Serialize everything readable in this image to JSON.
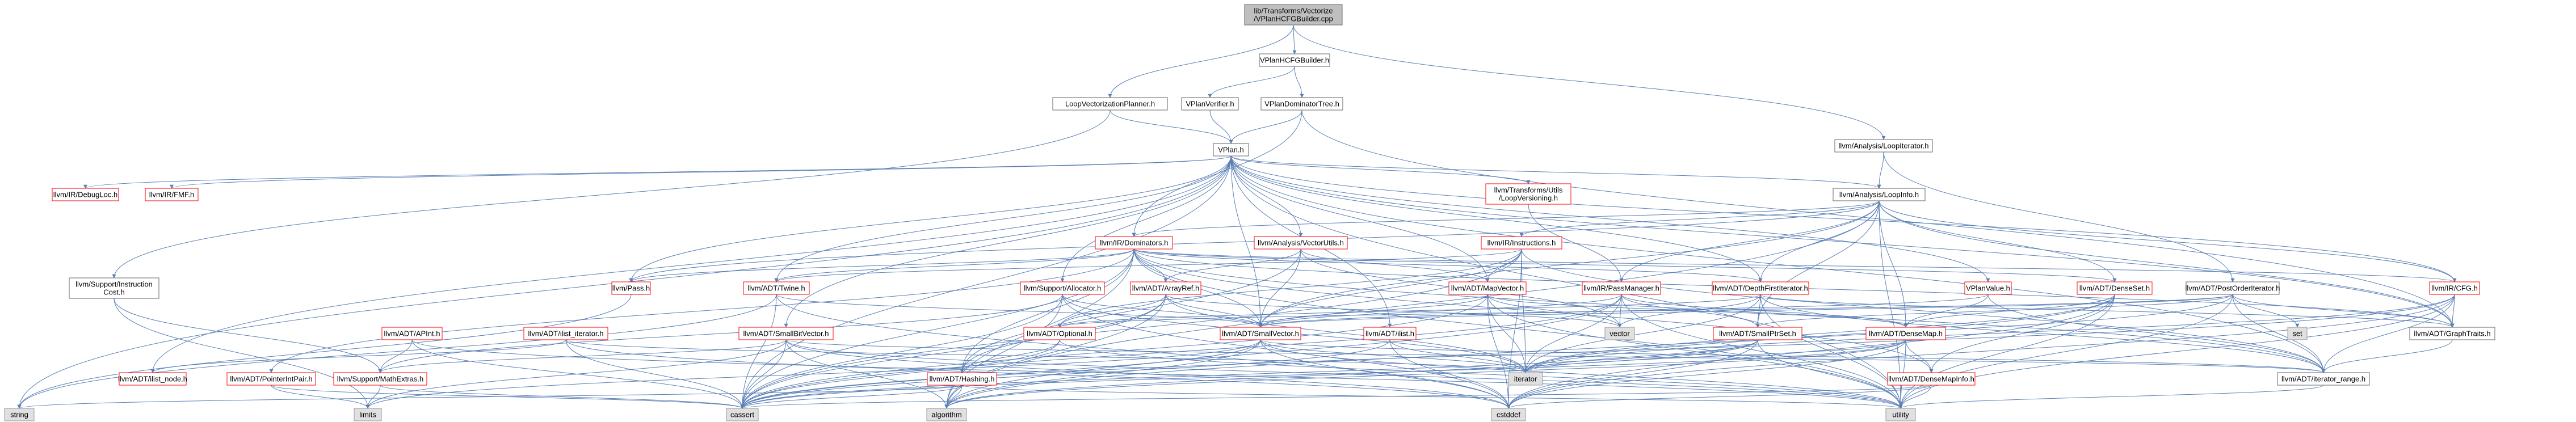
{
  "diagram": {
    "type": "include-dependency-graph",
    "colors": {
      "edge": "#5a7fb5",
      "root_fill": "#bfbfbf",
      "root_border": "#666666",
      "doc_fill": "#ffffff",
      "doc_border": "#666666",
      "truncated_border": "#ff0000",
      "system_fill": "#e0e0e0",
      "system_border": "#999999"
    },
    "nodes": [
      {
        "id": "root",
        "kind": "root",
        "lines": [
          "lib/Transforms/Vectorize",
          "/VPlanHCFGBuilder.cpp"
        ]
      },
      {
        "id": "vplanhcfg",
        "kind": "doc",
        "lines": [
          "VPlanHCFGBuilder.h"
        ]
      },
      {
        "id": "lvp",
        "kind": "doc",
        "lines": [
          "LoopVectorizationPlanner.h"
        ]
      },
      {
        "id": "vplanverifier",
        "kind": "doc",
        "lines": [
          "VPlanVerifier.h"
        ]
      },
      {
        "id": "vplandomtree",
        "kind": "doc",
        "lines": [
          "VPlanDominatorTree.h"
        ]
      },
      {
        "id": "loopiterator",
        "kind": "doc",
        "lines": [
          "llvm/Analysis/LoopIterator.h"
        ]
      },
      {
        "id": "vplan",
        "kind": "doc",
        "lines": [
          "VPlan.h"
        ]
      },
      {
        "id": "debugloc",
        "kind": "truncated",
        "lines": [
          "llvm/IR/DebugLoc.h"
        ]
      },
      {
        "id": "fmf",
        "kind": "truncated",
        "lines": [
          "llvm/IR/FMF.h"
        ]
      },
      {
        "id": "loopversioning",
        "kind": "truncated",
        "lines": [
          "llvm/Transforms/Utils",
          "/LoopVersioning.h"
        ]
      },
      {
        "id": "loopinfo",
        "kind": "doc",
        "lines": [
          "llvm/Analysis/LoopInfo.h"
        ]
      },
      {
        "id": "dominators",
        "kind": "truncated",
        "lines": [
          "llvm/IR/Dominators.h"
        ]
      },
      {
        "id": "vectorutils",
        "kind": "truncated",
        "lines": [
          "llvm/Analysis/VectorUtils.h"
        ]
      },
      {
        "id": "instructions",
        "kind": "truncated",
        "lines": [
          "llvm/IR/Instructions.h"
        ]
      },
      {
        "id": "instcost",
        "kind": "doc",
        "lines": [
          "llvm/Support/Instruction",
          "Cost.h"
        ]
      },
      {
        "id": "pass",
        "kind": "truncated",
        "lines": [
          "llvm/Pass.h"
        ]
      },
      {
        "id": "twine",
        "kind": "truncated",
        "lines": [
          "llvm/ADT/Twine.h"
        ]
      },
      {
        "id": "allocator",
        "kind": "truncated",
        "lines": [
          "llvm/Support/Allocator.h"
        ]
      },
      {
        "id": "arrayref",
        "kind": "truncated",
        "lines": [
          "llvm/ADT/ArrayRef.h"
        ]
      },
      {
        "id": "mapvector",
        "kind": "truncated",
        "lines": [
          "llvm/ADT/MapVector.h"
        ]
      },
      {
        "id": "passmanager",
        "kind": "truncated",
        "lines": [
          "llvm/IR/PassManager.h"
        ]
      },
      {
        "id": "dfiterator",
        "kind": "truncated",
        "lines": [
          "llvm/ADT/DepthFirstIterator.h"
        ]
      },
      {
        "id": "vplanvalue",
        "kind": "truncated",
        "lines": [
          "VPlanValue.h"
        ]
      },
      {
        "id": "denseset",
        "kind": "truncated",
        "lines": [
          "llvm/ADT/DenseSet.h"
        ]
      },
      {
        "id": "poiterator",
        "kind": "doc",
        "lines": [
          "llvm/ADT/PostOrderIterator.h"
        ]
      },
      {
        "id": "cfg",
        "kind": "truncated",
        "lines": [
          "llvm/IR/CFG.h"
        ]
      },
      {
        "id": "apint",
        "kind": "truncated",
        "lines": [
          "llvm/ADT/APInt.h"
        ]
      },
      {
        "id": "ilistiterator",
        "kind": "truncated",
        "lines": [
          "llvm/ADT/ilist_iterator.h"
        ]
      },
      {
        "id": "smallbitvector",
        "kind": "truncated",
        "lines": [
          "llvm/ADT/SmallBitVector.h"
        ]
      },
      {
        "id": "optional",
        "kind": "truncated",
        "lines": [
          "llvm/ADT/Optional.h"
        ]
      },
      {
        "id": "smallvector",
        "kind": "truncated",
        "lines": [
          "llvm/ADT/SmallVector.h"
        ]
      },
      {
        "id": "ilist",
        "kind": "truncated",
        "lines": [
          "llvm/ADT/ilist.h"
        ]
      },
      {
        "id": "vector",
        "kind": "system",
        "lines": [
          "vector"
        ]
      },
      {
        "id": "smallptrset",
        "kind": "truncated",
        "lines": [
          "llvm/ADT/SmallPtrSet.h"
        ]
      },
      {
        "id": "densemap",
        "kind": "truncated",
        "lines": [
          "llvm/ADT/DenseMap.h"
        ]
      },
      {
        "id": "set",
        "kind": "system",
        "lines": [
          "set"
        ]
      },
      {
        "id": "graphtraits",
        "kind": "doc",
        "lines": [
          "llvm/ADT/GraphTraits.h"
        ]
      },
      {
        "id": "ilistnode",
        "kind": "truncated",
        "lines": [
          "llvm/ADT/ilist_node.h"
        ]
      },
      {
        "id": "pointerintpair",
        "kind": "truncated",
        "lines": [
          "llvm/ADT/PointerIntPair.h"
        ]
      },
      {
        "id": "mathextras",
        "kind": "truncated",
        "lines": [
          "llvm/Support/MathExtras.h"
        ]
      },
      {
        "id": "hashing",
        "kind": "truncated",
        "lines": [
          "llvm/ADT/Hashing.h"
        ]
      },
      {
        "id": "iterator",
        "kind": "system",
        "lines": [
          "iterator"
        ]
      },
      {
        "id": "densemapinfo",
        "kind": "truncated",
        "lines": [
          "llvm/ADT/DenseMapInfo.h"
        ]
      },
      {
        "id": "iteratorrange",
        "kind": "doc",
        "lines": [
          "llvm/ADT/iterator_range.h"
        ]
      },
      {
        "id": "string",
        "kind": "system",
        "lines": [
          "string"
        ]
      },
      {
        "id": "limits",
        "kind": "system",
        "lines": [
          "limits"
        ]
      },
      {
        "id": "cassert",
        "kind": "system",
        "lines": [
          "cassert"
        ]
      },
      {
        "id": "algorithm",
        "kind": "system",
        "lines": [
          "algorithm"
        ]
      },
      {
        "id": "cstddef",
        "kind": "system",
        "lines": [
          "cstddef"
        ]
      },
      {
        "id": "utility",
        "kind": "system",
        "lines": [
          "utility"
        ]
      }
    ],
    "edges": [
      [
        "root",
        "vplanhcfg"
      ],
      [
        "root",
        "lvp"
      ],
      [
        "root",
        "loopiterator"
      ],
      [
        "vplanhcfg",
        "vplanverifier"
      ],
      [
        "vplanhcfg",
        "vplandomtree"
      ],
      [
        "lvp",
        "vplan"
      ],
      [
        "lvp",
        "instcost"
      ],
      [
        "vplanverifier",
        "vplan"
      ],
      [
        "vplandomtree",
        "vplan"
      ],
      [
        "vplandomtree",
        "dominators"
      ],
      [
        "vplandomtree",
        "graphtraits"
      ],
      [
        "loopiterator",
        "loopinfo"
      ],
      [
        "loopiterator",
        "poiterator"
      ],
      [
        "vplan",
        "debugloc"
      ],
      [
        "vplan",
        "fmf"
      ],
      [
        "vplan",
        "loopversioning"
      ],
      [
        "vplan",
        "loopinfo"
      ],
      [
        "vplan",
        "vectorutils"
      ],
      [
        "vplan",
        "pass"
      ],
      [
        "vplan",
        "twine"
      ],
      [
        "vplan",
        "mapvector"
      ],
      [
        "vplan",
        "dfiterator"
      ],
      [
        "vplan",
        "vplanvalue"
      ],
      [
        "vplan",
        "smallvector"
      ],
      [
        "vplan",
        "ilist"
      ],
      [
        "vplan",
        "smallbitvector"
      ],
      [
        "vplan",
        "ilistnode"
      ],
      [
        "vplan",
        "graphtraits"
      ],
      [
        "vplan",
        "iteratorrange"
      ],
      [
        "vplan",
        "cfg"
      ],
      [
        "vplan",
        "string"
      ],
      [
        "vplan",
        "allocator"
      ],
      [
        "vplan",
        "cassert"
      ],
      [
        "vplan",
        "utility"
      ],
      [
        "loopversioning",
        "passmanager"
      ],
      [
        "loopinfo",
        "instructions"
      ],
      [
        "loopinfo",
        "dominators"
      ],
      [
        "loopinfo",
        "passmanager"
      ],
      [
        "loopinfo",
        "dfiterator"
      ],
      [
        "loopinfo",
        "denseset"
      ],
      [
        "loopinfo",
        "smallptrset"
      ],
      [
        "loopinfo",
        "smallvector"
      ],
      [
        "loopinfo",
        "densemap"
      ],
      [
        "loopinfo",
        "cfg"
      ],
      [
        "loopinfo",
        "pass"
      ],
      [
        "loopinfo",
        "algorithm"
      ],
      [
        "loopinfo",
        "utility"
      ],
      [
        "loopinfo",
        "graphtraits"
      ],
      [
        "dominators",
        "twine"
      ],
      [
        "dominators",
        "arrayref"
      ],
      [
        "dominators",
        "dfiterator"
      ],
      [
        "dominators",
        "denseset"
      ],
      [
        "dominators",
        "smallvector"
      ],
      [
        "dominators",
        "cfg"
      ],
      [
        "dominators",
        "pass"
      ],
      [
        "dominators",
        "graphtraits"
      ],
      [
        "dominators",
        "iteratorrange"
      ],
      [
        "dominators",
        "densemapinfo"
      ],
      [
        "dominators",
        "hashing"
      ],
      [
        "dominators",
        "pointerintpair"
      ],
      [
        "dominators",
        "algorithm"
      ],
      [
        "dominators",
        "utility"
      ],
      [
        "dominators",
        "cassert"
      ],
      [
        "vectorutils",
        "mapvector"
      ],
      [
        "vectorutils",
        "smallvector"
      ],
      [
        "vectorutils",
        "arrayref"
      ],
      [
        "vectorutils",
        "hashing"
      ],
      [
        "vectorutils",
        "vector"
      ],
      [
        "instructions",
        "twine"
      ],
      [
        "instructions",
        "mapvector"
      ],
      [
        "instructions",
        "smallvector"
      ],
      [
        "instructions",
        "iterator"
      ],
      [
        "instructions",
        "iteratorrange"
      ],
      [
        "instructions",
        "optional"
      ],
      [
        "instructions",
        "cassert"
      ],
      [
        "instructions",
        "cstddef"
      ],
      [
        "instcost",
        "mathextras"
      ],
      [
        "instcost",
        "limits"
      ],
      [
        "pass",
        "string"
      ],
      [
        "twine",
        "smallvector"
      ],
      [
        "twine",
        "cassert"
      ],
      [
        "twine",
        "cstddef"
      ],
      [
        "twine",
        "string"
      ],
      [
        "allocator",
        "mathextras"
      ],
      [
        "allocator",
        "smallvector"
      ],
      [
        "allocator",
        "algorithm"
      ],
      [
        "allocator",
        "cassert"
      ],
      [
        "allocator",
        "cstddef"
      ],
      [
        "allocator",
        "iterator"
      ],
      [
        "arrayref",
        "hashing"
      ],
      [
        "arrayref",
        "smallvector"
      ],
      [
        "arrayref",
        "optional"
      ],
      [
        "arrayref",
        "iterator"
      ],
      [
        "arrayref",
        "algorithm"
      ],
      [
        "arrayref",
        "cassert"
      ],
      [
        "arrayref",
        "vector"
      ],
      [
        "mapvector",
        "smallvector"
      ],
      [
        "mapvector",
        "densemap"
      ],
      [
        "mapvector",
        "vector"
      ],
      [
        "mapvector",
        "utility"
      ],
      [
        "mapvector",
        "cassert"
      ],
      [
        "mapvector",
        "iterator"
      ],
      [
        "mapvector",
        "cstddef"
      ],
      [
        "passmanager",
        "densemap"
      ],
      [
        "passmanager",
        "smallptrset"
      ],
      [
        "passmanager",
        "smallvector"
      ],
      [
        "passmanager",
        "vector"
      ],
      [
        "passmanager",
        "iterator"
      ],
      [
        "passmanager",
        "cassert"
      ],
      [
        "passmanager",
        "utility"
      ],
      [
        "passmanager",
        "algorithm"
      ],
      [
        "dfiterator",
        "smallptrset"
      ],
      [
        "dfiterator",
        "graphtraits"
      ],
      [
        "dfiterator",
        "iteratorrange"
      ],
      [
        "dfiterator",
        "optional"
      ],
      [
        "dfiterator",
        "iterator"
      ],
      [
        "dfiterator",
        "utility"
      ],
      [
        "dfiterator",
        "vector"
      ],
      [
        "vplanvalue",
        "densemap"
      ],
      [
        "vplanvalue",
        "smallvector"
      ],
      [
        "vplanvalue",
        "iteratorrange"
      ],
      [
        "denseset",
        "densemap"
      ],
      [
        "denseset",
        "densemapinfo"
      ],
      [
        "denseset",
        "algorithm"
      ],
      [
        "denseset",
        "cstddef"
      ],
      [
        "denseset",
        "iterator"
      ],
      [
        "denseset",
        "utility"
      ],
      [
        "poiterator",
        "smallptrset"
      ],
      [
        "poiterator",
        "smallvector"
      ],
      [
        "poiterator",
        "graphtraits"
      ],
      [
        "poiterator",
        "iteratorrange"
      ],
      [
        "poiterator",
        "optional"
      ],
      [
        "poiterator",
        "set"
      ],
      [
        "poiterator",
        "iterator"
      ],
      [
        "poiterator",
        "utility"
      ],
      [
        "cfg",
        "graphtraits"
      ],
      [
        "cfg",
        "iteratorrange"
      ],
      [
        "cfg",
        "cassert"
      ],
      [
        "cfg",
        "cstddef"
      ],
      [
        "cfg",
        "iterator"
      ],
      [
        "cfg",
        "utility"
      ],
      [
        "apint",
        "mathextras"
      ],
      [
        "apint",
        "cassert"
      ],
      [
        "apint",
        "utility"
      ],
      [
        "ilistiterator",
        "ilistnode"
      ],
      [
        "ilistiterator",
        "cassert"
      ],
      [
        "ilistiterator",
        "cstddef"
      ],
      [
        "ilistiterator",
        "iterator"
      ],
      [
        "smallbitvector",
        "mathextras"
      ],
      [
        "smallbitvector",
        "iteratorrange"
      ],
      [
        "smallbitvector",
        "algorithm"
      ],
      [
        "smallbitvector",
        "cassert"
      ],
      [
        "smallbitvector",
        "limits"
      ],
      [
        "smallbitvector",
        "utility"
      ],
      [
        "smallbitvector",
        "cstddef"
      ],
      [
        "optional",
        "hashing"
      ],
      [
        "optional",
        "cassert"
      ],
      [
        "optional",
        "utility"
      ],
      [
        "smallvector",
        "iteratorrange"
      ],
      [
        "smallvector",
        "algorithm"
      ],
      [
        "smallvector",
        "cassert"
      ],
      [
        "smallvector",
        "cstddef"
      ],
      [
        "smallvector",
        "iterator"
      ],
      [
        "smallvector",
        "limits"
      ],
      [
        "smallvector",
        "utility"
      ],
      [
        "ilist",
        "cassert"
      ],
      [
        "ilist",
        "cstddef"
      ],
      [
        "ilist",
        "iterator"
      ],
      [
        "smallptrset",
        "iterator"
      ],
      [
        "smallptrset",
        "cassert"
      ],
      [
        "smallptrset",
        "cstddef"
      ],
      [
        "smallptrset",
        "utility"
      ],
      [
        "smallptrset",
        "algorithm"
      ],
      [
        "densemap",
        "densemapinfo"
      ],
      [
        "densemap",
        "algorithm"
      ],
      [
        "densemap",
        "cassert"
      ],
      [
        "densemap",
        "cstddef"
      ],
      [
        "densemap",
        "iterator"
      ],
      [
        "densemap",
        "utility"
      ],
      [
        "graphtraits",
        "iteratorrange"
      ],
      [
        "hashing",
        "algorithm"
      ],
      [
        "hashing",
        "cassert"
      ],
      [
        "hashing",
        "string"
      ],
      [
        "hashing",
        "utility"
      ],
      [
        "densemapinfo",
        "cassert"
      ],
      [
        "densemapinfo",
        "cstddef"
      ],
      [
        "densemapinfo",
        "utility"
      ],
      [
        "iteratorrange",
        "utility"
      ],
      [
        "pointerintpair",
        "limits"
      ],
      [
        "pointerintpair",
        "cassert"
      ],
      [
        "mathextras",
        "limits"
      ],
      [
        "mathextras",
        "cassert"
      ]
    ]
  }
}
